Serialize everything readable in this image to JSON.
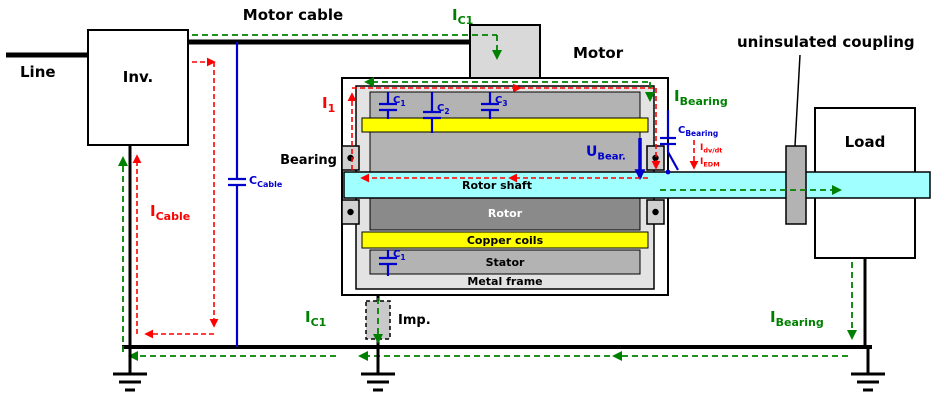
{
  "colors": {
    "current_red": "#ff0000",
    "current_green": "#008000",
    "capacitor_blue": "#0000cc",
    "shaft_cyan": "#a0ffff",
    "coil_yellow": "#ffff00"
  },
  "labels": {
    "line": "Line",
    "inv": "Inv.",
    "motor_cable": "Motor cable",
    "motor": "Motor",
    "uninsulated_coupling": "uninsulated coupling",
    "bearing": "Bearing",
    "rotor_shaft": "Rotor shaft",
    "rotor": "Rotor",
    "copper_coils": "Copper coils",
    "stator": "Stator",
    "metal_frame": "Metal frame",
    "imp": "Imp.",
    "load": "Load",
    "i_c1_top": {
      "main": "I",
      "sub": "C1"
    },
    "i_c1_bottom": {
      "main": "I",
      "sub": "C1"
    },
    "i_1": {
      "main": "I",
      "sub": "1"
    },
    "i_cable": {
      "main": "I",
      "sub": "Cable"
    },
    "i_bearing_top": {
      "main": "I",
      "sub": "Bearing"
    },
    "i_bearing_bottom": {
      "main": "I",
      "sub": "Bearing"
    },
    "u_bear": {
      "main": "U",
      "sub": "Bear."
    },
    "c1_top": {
      "main": "C",
      "sub": "1"
    },
    "c2": {
      "main": "C",
      "sub": "2"
    },
    "c3": {
      "main": "C",
      "sub": "3"
    },
    "c1_bottom": {
      "main": "C",
      "sub": "1"
    },
    "c_bearing": {
      "main": "C",
      "sub": "Bearing"
    },
    "c_cable": {
      "main": "C",
      "sub": "Cable"
    },
    "i_dvdt": {
      "main": "I",
      "sub": "dv/dt"
    },
    "i_edm": {
      "main": "I",
      "sub": "EDM"
    }
  }
}
